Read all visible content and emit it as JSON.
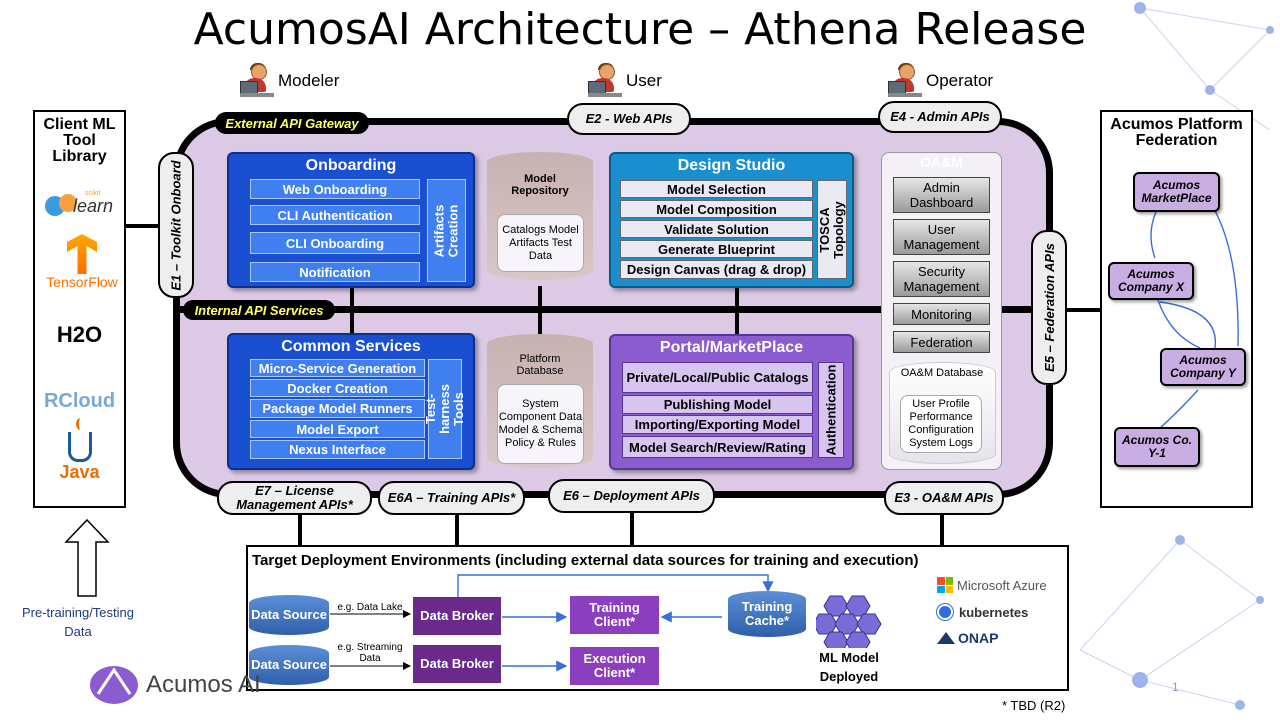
{
  "title": "AcumosAI Architecture – Athena Release",
  "actors": {
    "modeler": "Modeler",
    "user": "User",
    "operator": "Operator"
  },
  "client_library": {
    "title": "Client ML Tool Library",
    "tools": [
      "learn",
      "TensorFlow",
      "H2O",
      "RCloud",
      "Java"
    ],
    "scikit_small": "scikit"
  },
  "pretraining": "Pre-training/Testing Data",
  "federation": {
    "title": "Acumos Platform Federation",
    "nodes": [
      "Acumos MarketPlace",
      "Acumos Company X",
      "Acumos Company Y",
      "Acumos Co. Y-1"
    ]
  },
  "gateways": {
    "external": "External API Gateway",
    "internal": "Internal API Services",
    "e1": "E1 – Toolkit Onboard",
    "e2": "E2 - Web APIs",
    "e4": "E4 - Admin APIs",
    "e5": "E5 – Federation APIs",
    "e7": "E7 – License Management APIs*",
    "e6a": "E6A – Training APIs*",
    "e6": "E6 – Deployment APIs",
    "e3": "E3 - OA&M APIs"
  },
  "onboarding": {
    "title": "Onboarding",
    "items": [
      "Web Onboarding",
      "CLI Authentication",
      "CLI Onboarding",
      "Notification"
    ],
    "side": "Artifacts Creation"
  },
  "model_repository": {
    "title": "Model Repository",
    "contents": "Catalogs Model Artifacts Test Data"
  },
  "design_studio": {
    "title": "Design Studio",
    "items": [
      "Model Selection",
      "Model Composition",
      "Validate Solution",
      "Generate Blueprint",
      "Design Canvas (drag & drop)"
    ],
    "side": "TOSCA Topology"
  },
  "oam": {
    "title": "OA&M",
    "items": [
      "Admin Dashboard",
      "User Management",
      "Security Management",
      "Monitoring",
      "Federation"
    ],
    "db_title": "OA&M Database",
    "db_contents": "User Profile Performance Configuration System Logs"
  },
  "common_services": {
    "title": "Common Services",
    "items": [
      "Micro-Service Generation",
      "Docker Creation",
      "Package Model Runners",
      "Model Export",
      "Nexus Interface"
    ],
    "side": "Test-harness Tools"
  },
  "platform_db": {
    "title": "Platform Database",
    "contents": "System Component Data Model & Schema Policy & Rules"
  },
  "portal": {
    "title": "Portal/MarketPlace",
    "items": [
      "Private/Local/Public Catalogs",
      "Publishing Model",
      "Importing/Exporting Model",
      "Model Search/Review/Rating"
    ],
    "side": "Authentication"
  },
  "deployment": {
    "title": "Target Deployment Environments (including external data sources for training and execution)",
    "data_source": "Data Source",
    "data_broker": "Data Broker",
    "lake_label": "e.g. Data Lake",
    "stream_label": "e.g. Streaming Data",
    "training_client": "Training Client*",
    "execution_client": "Execution Client*",
    "training_cache": "Training Cache*",
    "ml_model": "ML Model Deployed",
    "platforms": [
      "Microsoft Azure",
      "kubernetes",
      "ONAP"
    ]
  },
  "footer": {
    "logo": "Acumos AI",
    "page": "1",
    "note": "* TBD (R2)"
  },
  "colors": {
    "frame": "#dcc9e6",
    "onboarding": "#1a4fd1",
    "design": "#1a8fcf",
    "portal": "#8b5ccf",
    "gateway_text": "#ffff66"
  }
}
